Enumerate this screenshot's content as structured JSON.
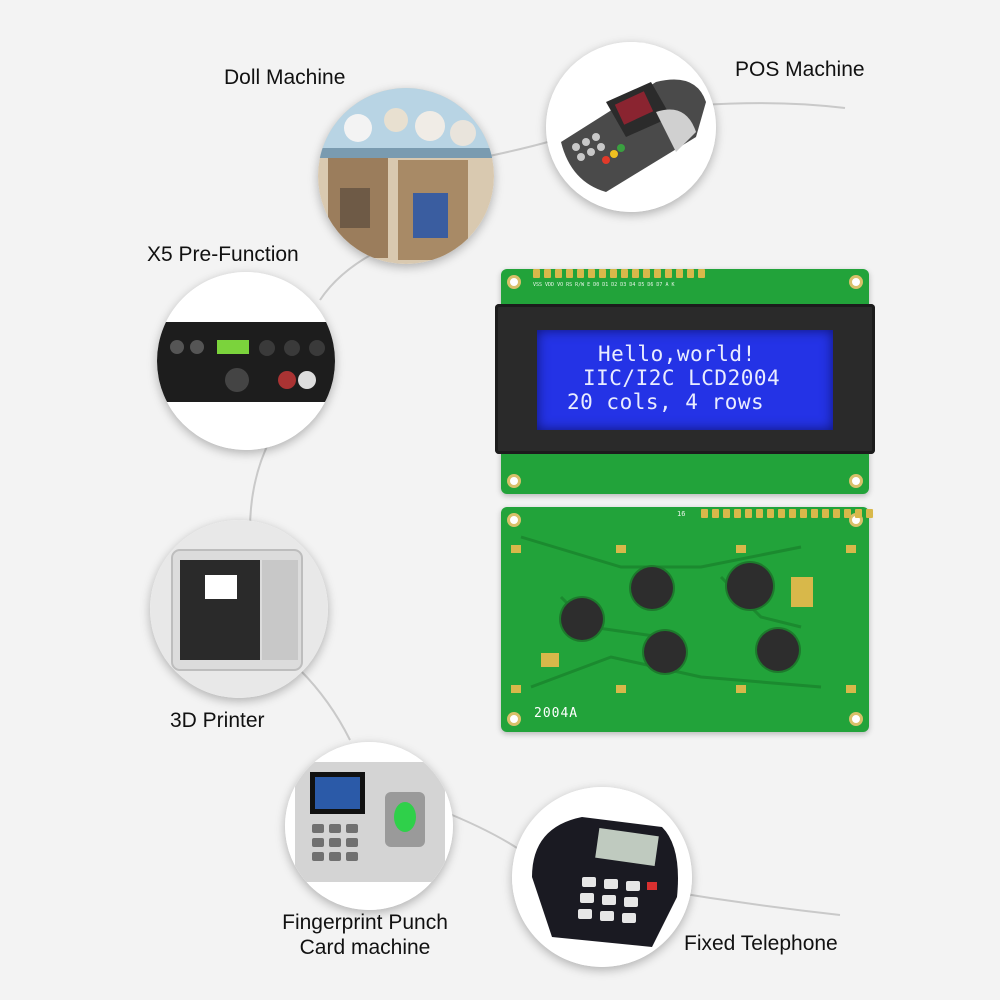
{
  "labels": {
    "doll_machine": "Doll Machine",
    "pos_machine": "POS Machine",
    "x5_pre_function": "X5 Pre-Function",
    "printer_3d": "3D Printer",
    "fingerprint_line1": "Fingerprint Punch",
    "fingerprint_line2": "Card machine",
    "fixed_telephone": "Fixed Telephone"
  },
  "lcd": {
    "line1": "Hello,world!",
    "line2": "IIC/I2C LCD2004",
    "line3": "20 cols, 4 rows",
    "pin_labels": "VSS VDD VO RS R/W E  D0 D1 D2 D3 D4 D5 D6 D7  A  K",
    "model": "2004A",
    "pin_marker": "16"
  },
  "colors": {
    "pcb_green": "#22a33a",
    "screen_blue": "#2433e6",
    "background": "#f3f3f3"
  },
  "icons": [
    "doll-machine-image",
    "pos-terminal-image",
    "audio-processor-image",
    "3d-printer-image",
    "fingerprint-terminal-image",
    "desk-phone-image"
  ]
}
